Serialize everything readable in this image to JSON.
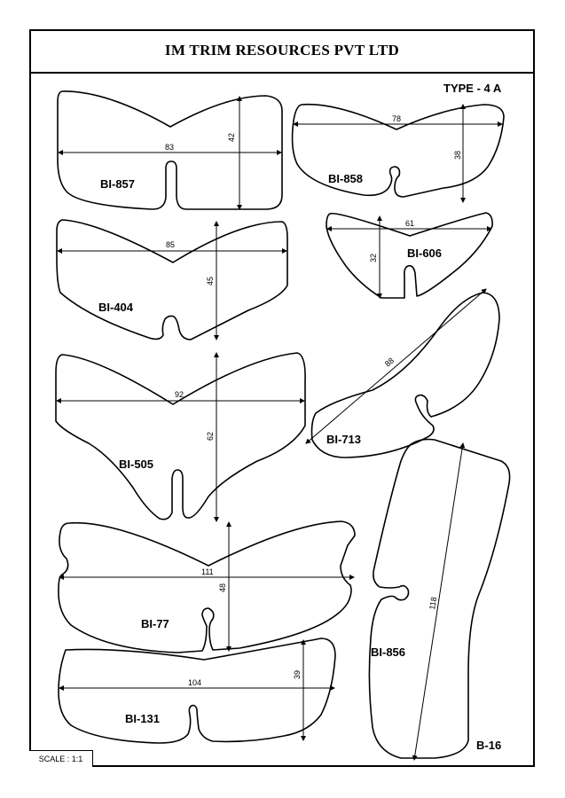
{
  "company": "IM TRIM RESOURCES PVT LTD",
  "type_label": "TYPE - 4 A",
  "scale": "SCALE : 1:1",
  "sheet_code": "B-16",
  "patterns": [
    {
      "code": "BI-857",
      "width": "83",
      "height": "42"
    },
    {
      "code": "BI-858",
      "width": "78",
      "height": "38"
    },
    {
      "code": "BI-606",
      "width": "61",
      "height": "32"
    },
    {
      "code": "BI-404",
      "width": "85",
      "height": "45"
    },
    {
      "code": "BI-713",
      "diagonal": "88"
    },
    {
      "code": "BI-505",
      "width": "92",
      "height": "62"
    },
    {
      "code": "BI-856",
      "length": "118"
    },
    {
      "code": "BI-77",
      "width": "111",
      "height": "48"
    },
    {
      "code": "BI-131",
      "width": "104",
      "height": "39"
    }
  ]
}
